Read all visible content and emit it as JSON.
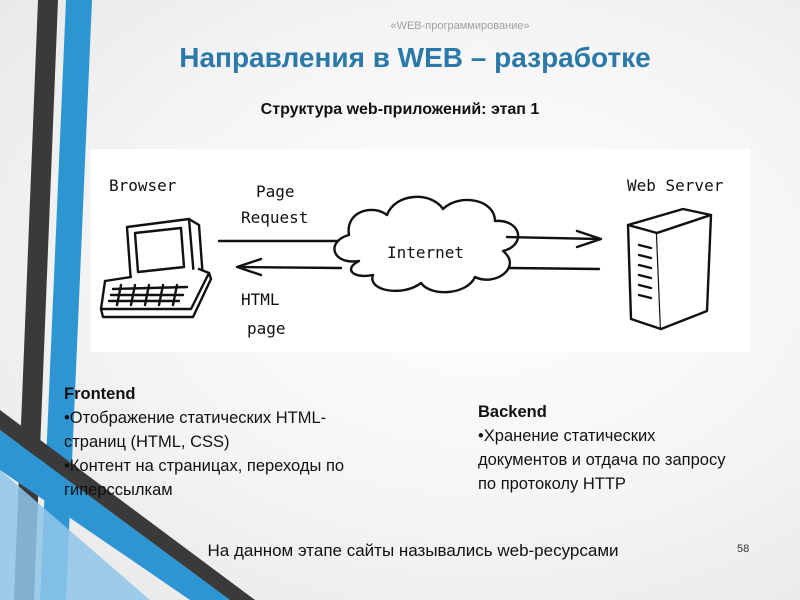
{
  "slide": {
    "header_label": "«WEB-программирование»",
    "title": "Направления в WEB – разработке",
    "subtitle": "Структура web-приложений: этап 1",
    "bottom_note": "На данном этапе сайты назывались web-ресурсами",
    "page_number": "58"
  },
  "diagram": {
    "browser_label": "Browser",
    "server_label": "Web Server",
    "request_line1": "Page",
    "request_line2": "Request",
    "response_line1": "HTML",
    "response_line2": "page",
    "cloud_label": "Internet"
  },
  "frontend": {
    "heading": "Frontend",
    "items": [
      "•Отображение статических HTML-страниц (HTML, CSS)",
      "•Контент на страницах, переходы по гиперссылкам"
    ]
  },
  "backend": {
    "heading": "Backend",
    "items": [
      "•Хранение статических документов и отдача по запросу по протоколу HTTP"
    ]
  },
  "colors": {
    "title": "#2b79a9",
    "stripe_blue": "#2e95d3",
    "stripe_dark": "#3a3a3a"
  }
}
